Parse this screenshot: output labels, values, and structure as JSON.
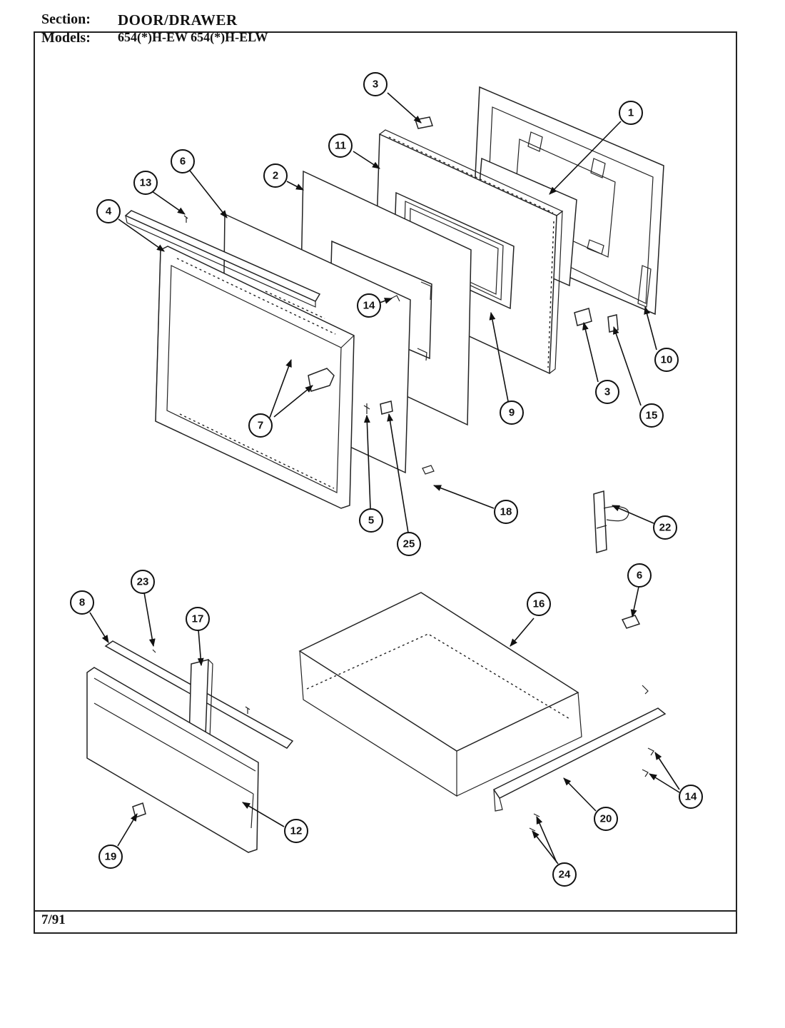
{
  "header": {
    "section_label": "Section:",
    "section_value": "DOOR/DRAWER",
    "models_label": "Models:",
    "models_value": "654(*)H-EW  654(*)H-ELW"
  },
  "footer": {
    "date_code": "7/91"
  },
  "callouts": [
    "3",
    "1",
    "11",
    "6",
    "2",
    "13",
    "4",
    "14",
    "10",
    "3",
    "15",
    "9",
    "7",
    "5",
    "25",
    "18",
    "22",
    "6",
    "8",
    "23",
    "17",
    "16",
    "14",
    "12",
    "20",
    "19",
    "24"
  ]
}
